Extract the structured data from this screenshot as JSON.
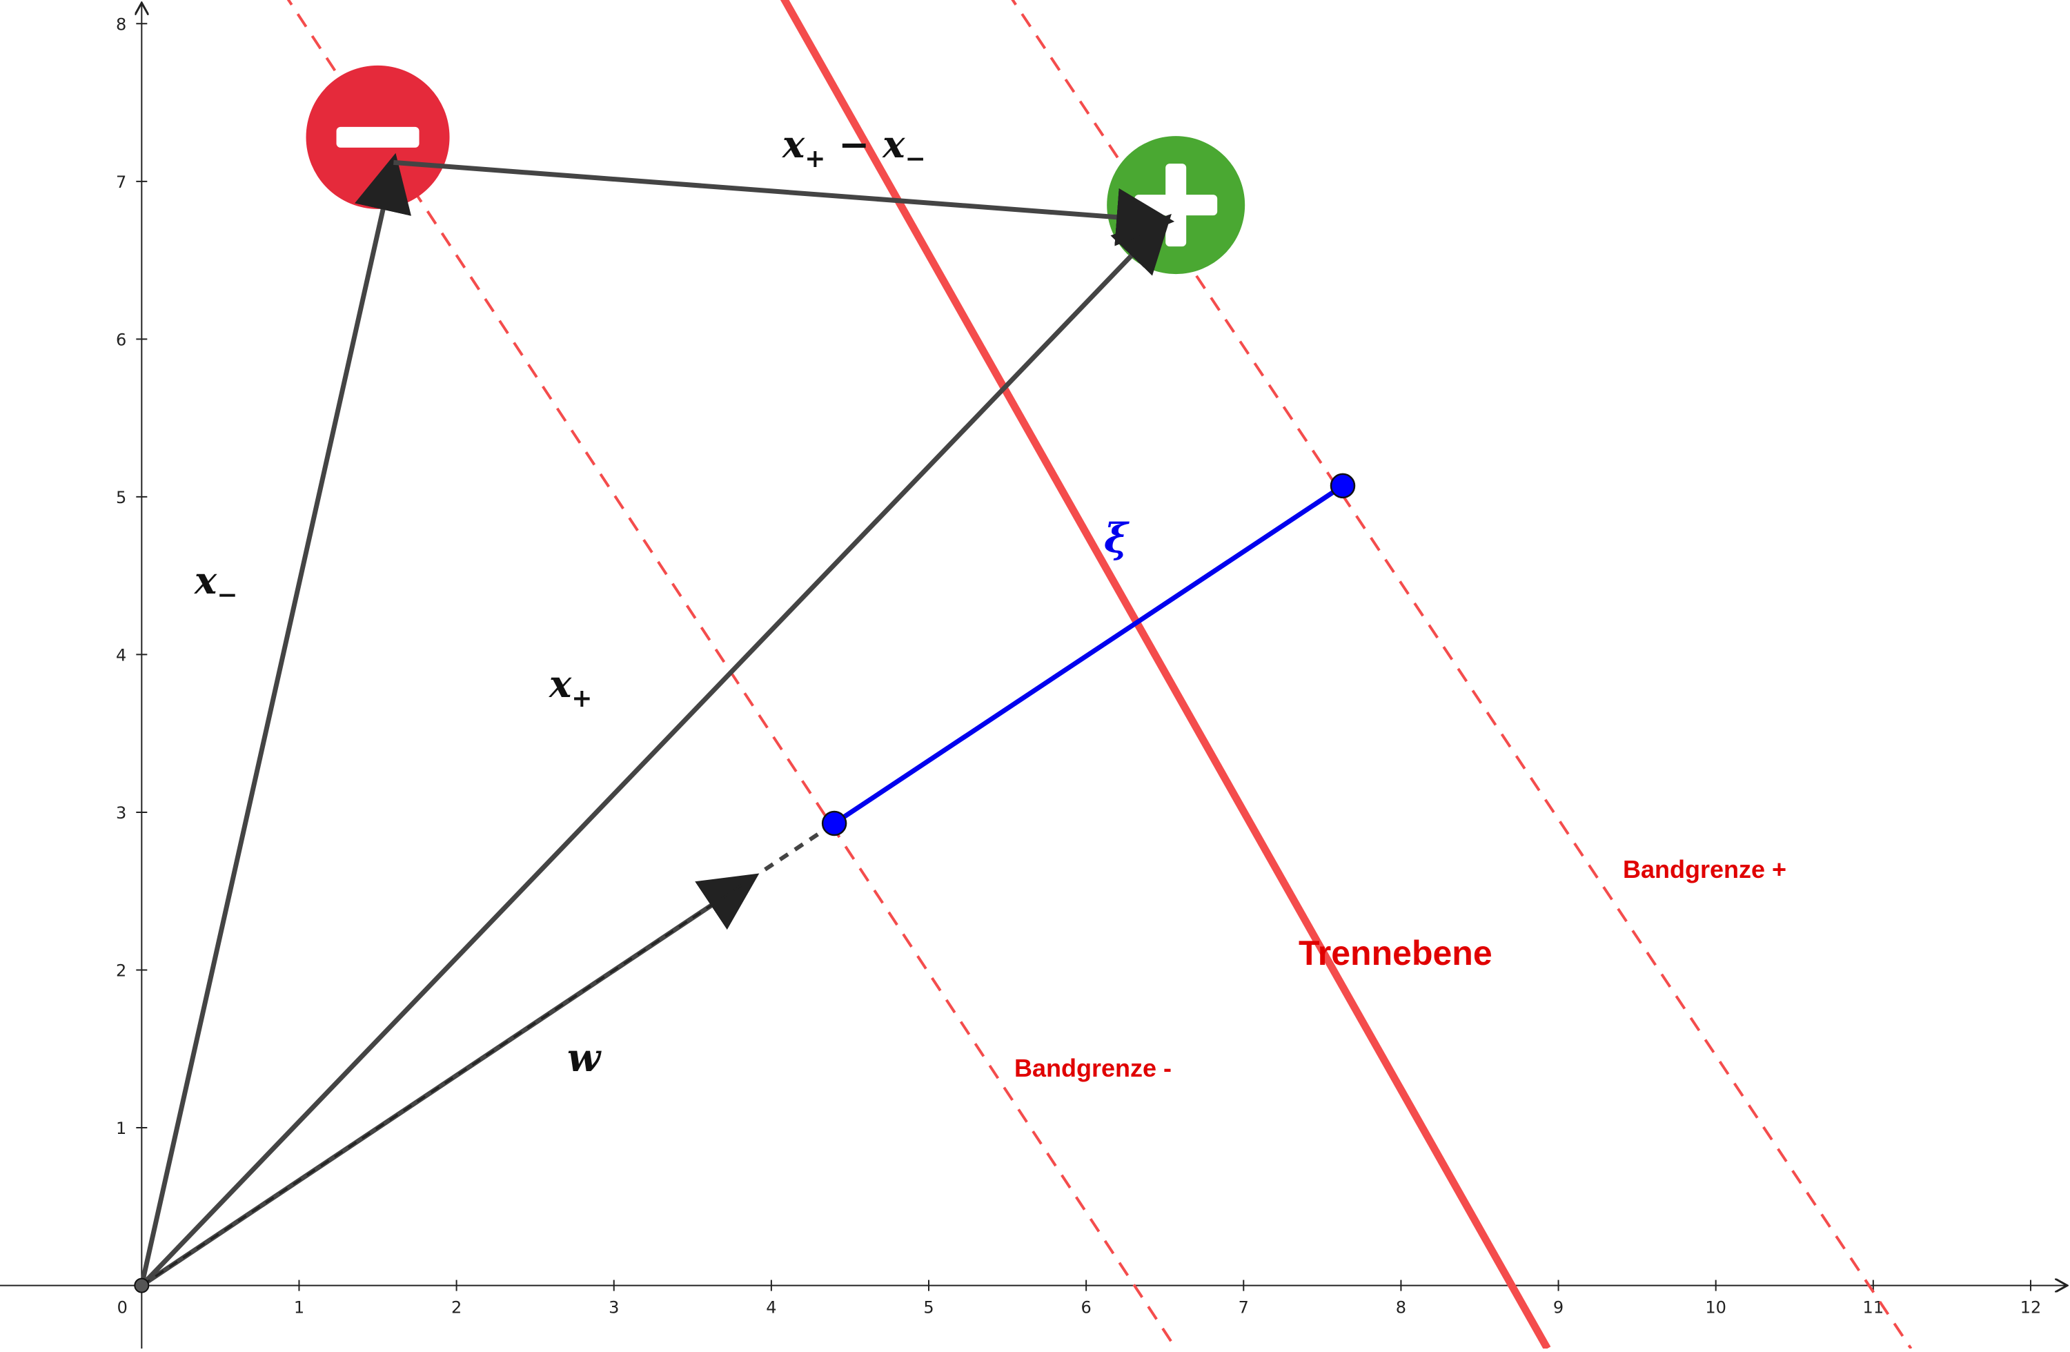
{
  "axes": {
    "x_ticks": [
      "0",
      "1",
      "2",
      "3",
      "4",
      "5",
      "6",
      "7",
      "8",
      "9",
      "10",
      "11",
      "12"
    ],
    "y_ticks": [
      "1",
      "2",
      "3",
      "4",
      "5",
      "6",
      "7",
      "8"
    ],
    "x_range": [
      -0.9,
      12.25
    ],
    "y_range": [
      -0.4,
      8.15
    ]
  },
  "labels": {
    "trennebene": "Trennebene",
    "bandgrenze_plus": "Bandgrenze +",
    "bandgrenze_minus": "Bandgrenze -",
    "x_minus": "x",
    "x_minus_sub": "−",
    "x_plus": "x",
    "x_plus_sub": "+",
    "diff_a": "x",
    "diff_a_sub": "+",
    "diff_op": " − ",
    "diff_b": "x",
    "diff_b_sub": "−",
    "w": "w",
    "xi": "ξ",
    "plus_sign": "+",
    "minus_sign": "−"
  },
  "colors": {
    "plane": "#f44c4c",
    "band": "#f44c4c",
    "vector": "#444444",
    "xi": "#0000ee",
    "point_fill": "#0000ff",
    "plus_circle": "#4aa832",
    "minus_circle": "#e52a3b"
  },
  "geometry": {
    "x_minus_tip": [
      1.6,
      7.12
    ],
    "x_plus_tip": [
      6.5,
      6.75
    ],
    "w_tip": [
      4.4,
      2.93
    ],
    "xi_start": [
      4.4,
      2.93
    ],
    "xi_end": [
      7.63,
      5.07
    ],
    "minus_center": [
      1.5,
      7.28
    ],
    "plus_center": [
      6.57,
      6.85
    ],
    "plane_points": [
      [
        4.0,
        8.3
      ],
      [
        8.93,
        -0.4
      ]
    ],
    "band_minus_points": [
      [
        0.9,
        8.2
      ],
      [
        6.57,
        -0.4
      ]
    ],
    "band_plus_points": [
      [
        5.5,
        8.2
      ],
      [
        11.24,
        -0.4
      ]
    ]
  }
}
